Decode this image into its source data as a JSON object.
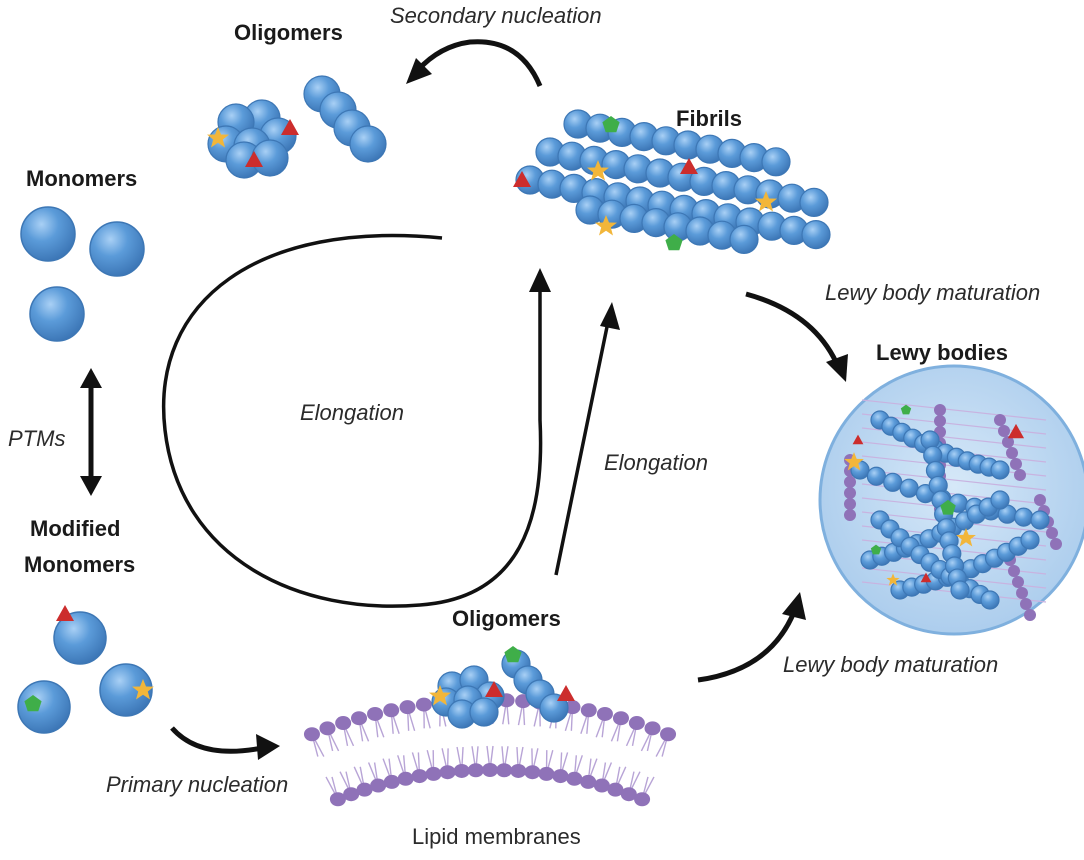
{
  "diagram": {
    "title": "",
    "labels": {
      "oligomers_top": "Oligomers",
      "secondary_nucleation": "Secondary nucleation",
      "fibrils": "Fibrils",
      "monomers": "Monomers",
      "lewy_body_maturation_top": "Lewy body maturation",
      "lewy_bodies": "Lewy bodies",
      "elongation_loop": "Elongation",
      "ptms": "PTMs",
      "elongation_right": "Elongation",
      "modified_monomers_line1": "Modified",
      "modified_monomers_line2": "Monomers",
      "oligomers_bottom": "Oligomers",
      "lewy_body_maturation_bottom": "Lewy body maturation",
      "primary_nucleation": "Primary nucleation",
      "lipid_membranes": "Lipid membranes"
    },
    "colors": {
      "monomer": "#5b9bd9",
      "monomer_edge": "#3d77b5",
      "ptm_triangle": "#cc2d2d",
      "ptm_star": "#f2b63a",
      "ptm_pentagon": "#3fae49",
      "lipid": "#8f72b8",
      "lewy_body_fill": "#bcd8f0",
      "arrow": "#111111"
    }
  }
}
